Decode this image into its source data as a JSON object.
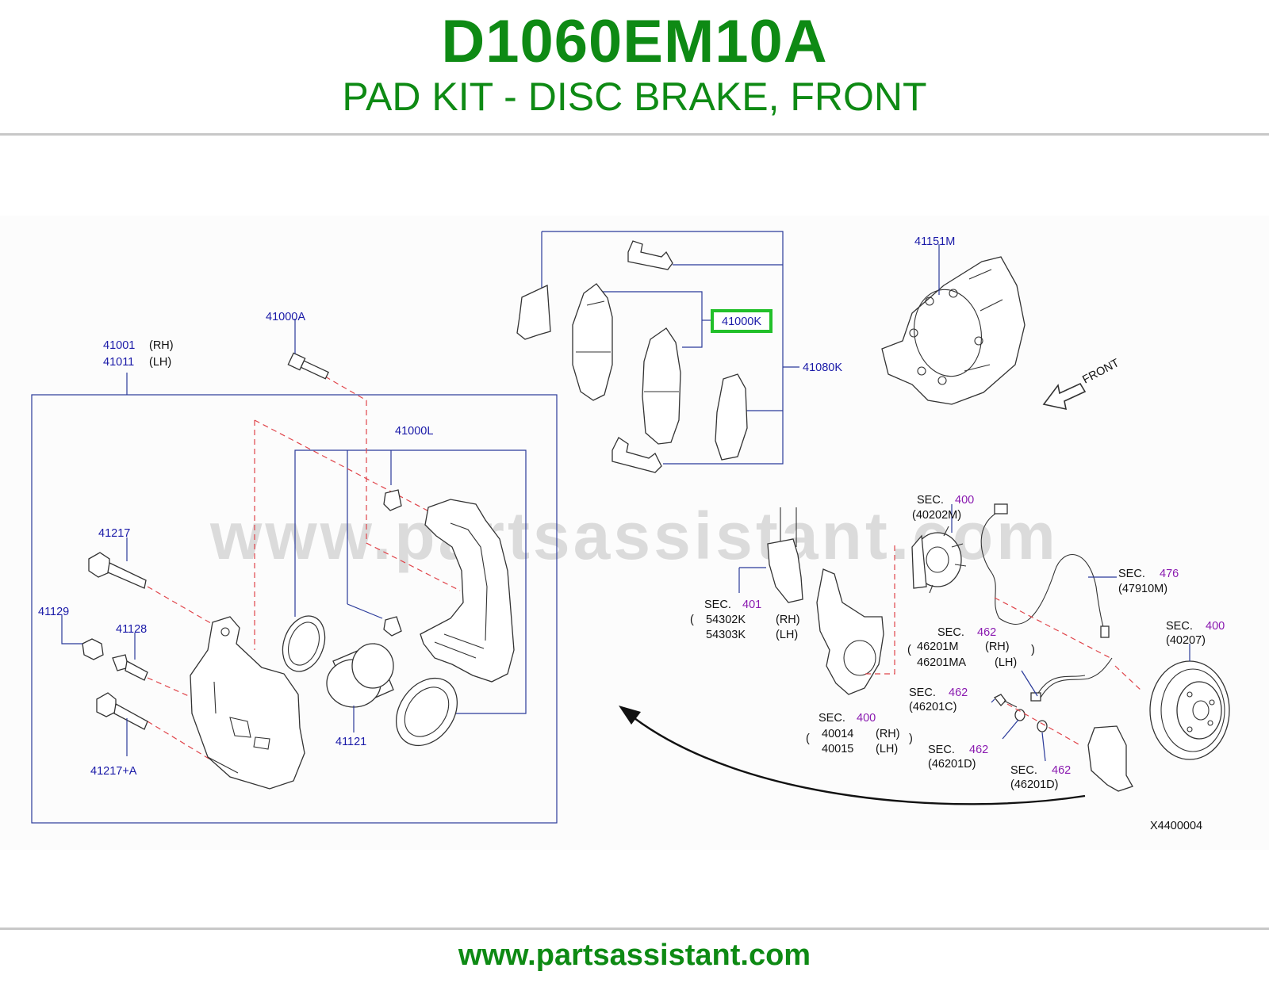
{
  "header": {
    "part_number": "D1060EM10A",
    "description": "PAD KIT - DISC BRAKE, FRONT"
  },
  "watermark": "www.partsassistant.com",
  "footer": {
    "url": "www.partsassistant.com"
  },
  "diagram_code": "X4400004",
  "direction_label": "FRONT",
  "highlighted_part": "41000K",
  "callouts": {
    "c41001": "41001",
    "c41001_side": "(RH)",
    "c41011": "41011",
    "c41011_side": "(LH)",
    "c41000A": "41000A",
    "c41000L": "41000L",
    "c41217": "41217",
    "c41129": "41129",
    "c41128": "41128",
    "c41121": "41121",
    "c41217A": "41217+A",
    "c41080K": "41080K",
    "c41151M": "41151M",
    "sec401": {
      "sec": "SEC.",
      "num": "401",
      "p1": "54302K",
      "s1": "(RH)",
      "p2": "54303K",
      "s2": "(LH)"
    },
    "sec400_hub": {
      "sec": "SEC.",
      "num": "400",
      "part": "(40202M)"
    },
    "sec476": {
      "sec": "SEC.",
      "num": "476",
      "part": "(47910M)"
    },
    "sec462_hose": {
      "sec": "SEC.",
      "num": "462",
      "p1": "46201M",
      "s1": "(RH)",
      "p2": "46201MA",
      "s2": "(LH)"
    },
    "sec400_rotor": {
      "sec": "SEC.",
      "num": "400",
      "part": "(40207)"
    },
    "sec462_c": {
      "sec": "SEC.",
      "num": "462",
      "part": "(46201C)"
    },
    "sec400_knuckle": {
      "sec": "SEC.",
      "num": "400",
      "p1": "40014",
      "s1": "(RH)",
      "p2": "40015",
      "s2": "(LH)"
    },
    "sec462_d1": {
      "sec": "SEC.",
      "num": "462",
      "part": "(46201D)"
    },
    "sec462_d2": {
      "sec": "SEC.",
      "num": "462",
      "part": "(46201D)"
    }
  },
  "colors": {
    "brand_green": "#0e8a14",
    "callout_blue": "#1a1aa8",
    "section_purple": "#8a1ab0",
    "dashed_red": "#e0444a",
    "highlight_green": "#22c02a"
  }
}
